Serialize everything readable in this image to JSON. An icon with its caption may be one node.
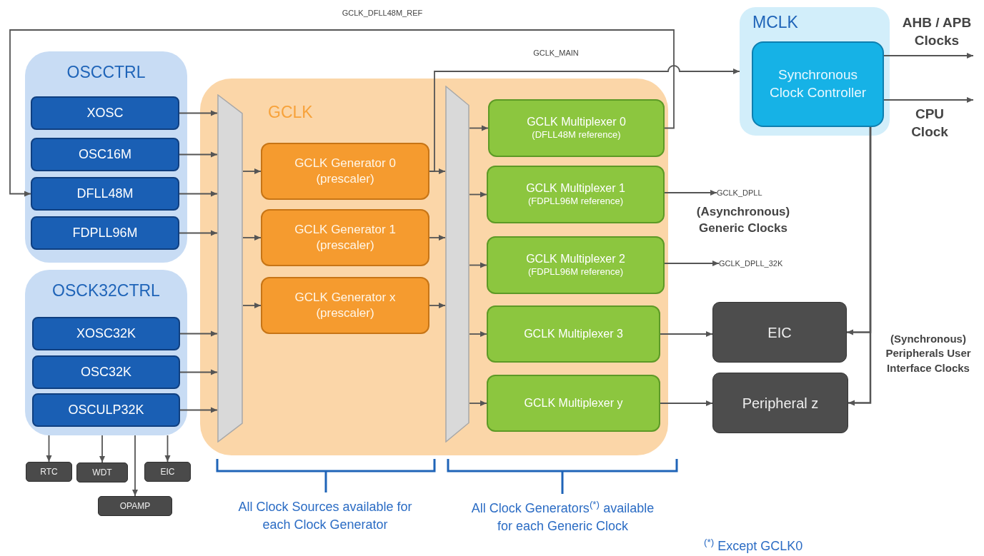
{
  "diagram": {
    "nodes": [
      {
        "text": [
          "OSCCTRL"
        ]
      },
      {
        "text": [
          "XOSC"
        ],
        "in": 0
      },
      {
        "text": [
          "OSC16M"
        ],
        "in": 0
      },
      {
        "text": [
          "DFLL48M"
        ],
        "in": 0
      },
      {
        "text": [
          "FDPLL96M"
        ],
        "in": 0
      },
      {
        "text": [
          "OSCK32CTRL"
        ]
      },
      {
        "text": [
          "XOSC32K"
        ],
        "in": 5
      },
      {
        "text": [
          "OSC32K"
        ],
        "in": 5
      },
      {
        "text": [
          "OSCULP32K"
        ],
        "in": 5
      },
      {
        "text": [
          "RTC"
        ]
      },
      {
        "text": [
          "WDT"
        ]
      },
      {
        "text": [
          "EIC"
        ]
      },
      {
        "text": [
          "OPAMP"
        ]
      },
      {
        "text": [
          "GCLK"
        ]
      },
      {
        "text": [],
        "shape": "trapezoid",
        "in": 13
      },
      {
        "text": [
          "GCLK Generator 0",
          "(prescaler)"
        ],
        "in": 13
      },
      {
        "text": [
          "GCLK Generator 1",
          "(prescaler)"
        ],
        "in": 13
      },
      {
        "text": [
          "GCLK Generator x",
          "(prescaler)"
        ],
        "in": 13
      },
      {
        "text": [],
        "shape": "trapezoid",
        "in": 13
      },
      {
        "text": [
          "GCLK Multiplexer 0",
          "(DFLL48M reference)"
        ],
        "in": 13
      },
      {
        "text": [
          "GCLK Multiplexer 1",
          "(FDPLL96M reference)"
        ],
        "in": 13
      },
      {
        "text": [
          "GCLK Multiplexer 2",
          "(FDPLL96M reference)"
        ],
        "in": 13
      },
      {
        "text": [
          "GCLK Multiplexer 3"
        ],
        "in": 13
      },
      {
        "text": [
          "GCLK Multiplexer y"
        ],
        "in": 13
      },
      {
        "text": [
          "MCLK"
        ]
      },
      {
        "text": [
          "Synchronous Clock Controller"
        ],
        "in": 24
      },
      {
        "text": [
          "EIC"
        ]
      },
      {
        "text": [
          "Peripheral z"
        ]
      },
      {
        "text": [
          "GCLK_DPLL"
        ]
      },
      {
        "text": [
          "GCLK_DPLL_32K"
        ]
      }
    ],
    "edges": [
      {
        "from": 1,
        "to": 14,
        "arrow": "to"
      },
      {
        "from": 2,
        "to": 14,
        "arrow": "to"
      },
      {
        "from": 3,
        "to": 14,
        "arrow": "to"
      },
      {
        "from": 4,
        "to": 14,
        "arrow": "to"
      },
      {
        "from": 6,
        "to": 14,
        "arrow": "to"
      },
      {
        "from": 7,
        "to": 14,
        "arrow": "to"
      },
      {
        "from": 8,
        "to": 14,
        "arrow": "to"
      },
      {
        "from": 14,
        "to": 15,
        "arrow": "to"
      },
      {
        "from": 14,
        "to": 16,
        "arrow": "to"
      },
      {
        "from": 14,
        "to": 17,
        "arrow": "to"
      },
      {
        "from": 15,
        "to": 18,
        "arrow": "to"
      },
      {
        "from": 16,
        "to": 18,
        "arrow": "to"
      },
      {
        "from": 17,
        "to": 18,
        "arrow": "to"
      },
      {
        "from": 18,
        "to": 19,
        "arrow": "to"
      },
      {
        "from": 18,
        "to": 20,
        "arrow": "to"
      },
      {
        "from": 18,
        "to": 21,
        "arrow": "to"
      },
      {
        "from": 18,
        "to": 22,
        "arrow": "to"
      },
      {
        "from": 18,
        "to": 23,
        "arrow": "to"
      },
      {
        "from": 15,
        "to": 24,
        "arrow": "to",
        "label": "GCLK_MAIN"
      },
      {
        "from": 19,
        "to": 3,
        "arrow": "to",
        "label": "GCLK_DFLL48M_REF"
      },
      {
        "from": 20,
        "to": 28,
        "arrow": "to"
      },
      {
        "from": 21,
        "to": 29,
        "arrow": "to"
      },
      {
        "from": 22,
        "to": 26,
        "arrow": "to"
      },
      {
        "from": 23,
        "to": 27,
        "arrow": "to"
      },
      {
        "from": 25,
        "to": null,
        "arrow": "to",
        "label": "AHB / APB Clocks"
      },
      {
        "from": 25,
        "to": null,
        "arrow": "to",
        "label": "CPU Clock"
      },
      {
        "from": 25,
        "to": 26,
        "arrow": "to"
      },
      {
        "from": 25,
        "to": 27,
        "arrow": "to"
      },
      {
        "from": 5,
        "to": 9,
        "arrow": "to"
      },
      {
        "from": 5,
        "to": 10,
        "arrow": "to"
      },
      {
        "from": 5,
        "to": 12,
        "arrow": "to"
      },
      {
        "from": 5,
        "to": 11,
        "arrow": "to"
      }
    ],
    "labels": [
      "(Asynchronous) Generic Clocks",
      "(Synchronous) Peripherals User Interface Clocks",
      "All Clock Sources available for each Clock Generator",
      "All Clock Generators$^{(*)}$ available for each Generic Clock",
      "$^{(*)}$ Except GCLK0"
    ]
  }
}
